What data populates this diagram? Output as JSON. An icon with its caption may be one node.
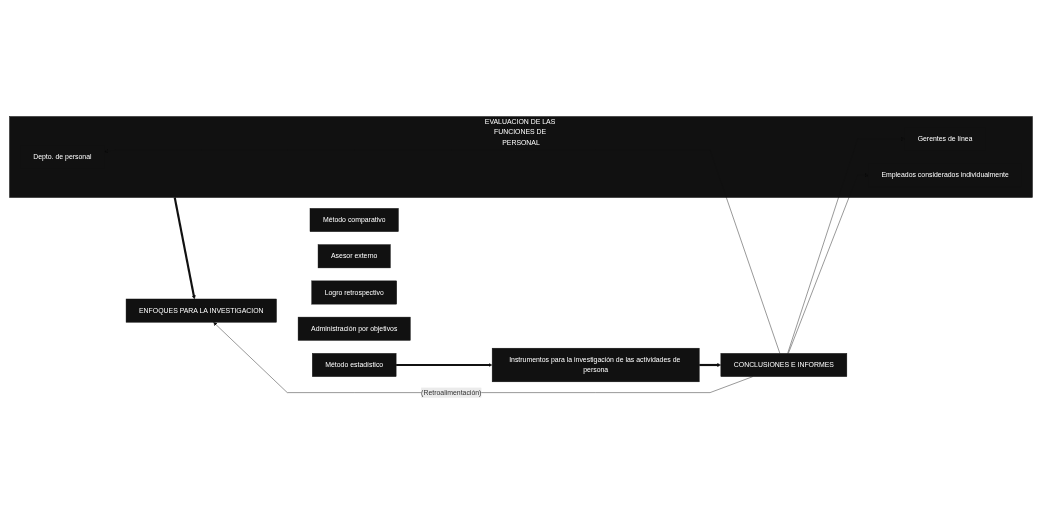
{
  "diagram": {
    "nodes": [
      {
        "text": [
          "EVALUACION DE LAS FUNCIONES DE PERSONAL"
        ]
      },
      {
        "text": [
          "Depto. de personal"
        ],
        "in": 0
      },
      {
        "text": [
          "Gerentes de línea"
        ],
        "in": 0
      },
      {
        "text": [
          "Empleados considerados individualmente"
        ],
        "in": 0
      },
      {
        "text": [
          "ENFOQUES PARA LA INVESTIGACION"
        ]
      },
      {
        "text": [
          "Método comparativo"
        ]
      },
      {
        "text": [
          "Asesor externo"
        ]
      },
      {
        "text": [
          "Método estadístico"
        ]
      },
      {
        "text": [
          "Logro retrospectivo"
        ]
      },
      {
        "text": [
          "Administración por objetivos"
        ]
      },
      {
        "text": [
          "Instrumentos para la investigación de las actividades de persona"
        ]
      },
      {
        "text": [
          "CONCLUSIONES E INFORMES"
        ]
      }
    ],
    "edges": [
      {
        "from": 0,
        "to": 4,
        "arrow": "to",
        "style": "thick"
      },
      {
        "from": 7,
        "to": 10,
        "arrow": "to",
        "style": "thick"
      },
      {
        "from": 10,
        "to": 11,
        "arrow": "to",
        "style": "thick"
      },
      {
        "from": 11,
        "to": 1,
        "arrow": "to"
      },
      {
        "from": 11,
        "to": 2,
        "arrow": "to"
      },
      {
        "from": 11,
        "to": 3,
        "arrow": "to"
      },
      {
        "from": 11,
        "to": 4,
        "arrow": "to",
        "label": "(Retroalimentación)"
      }
    ]
  }
}
